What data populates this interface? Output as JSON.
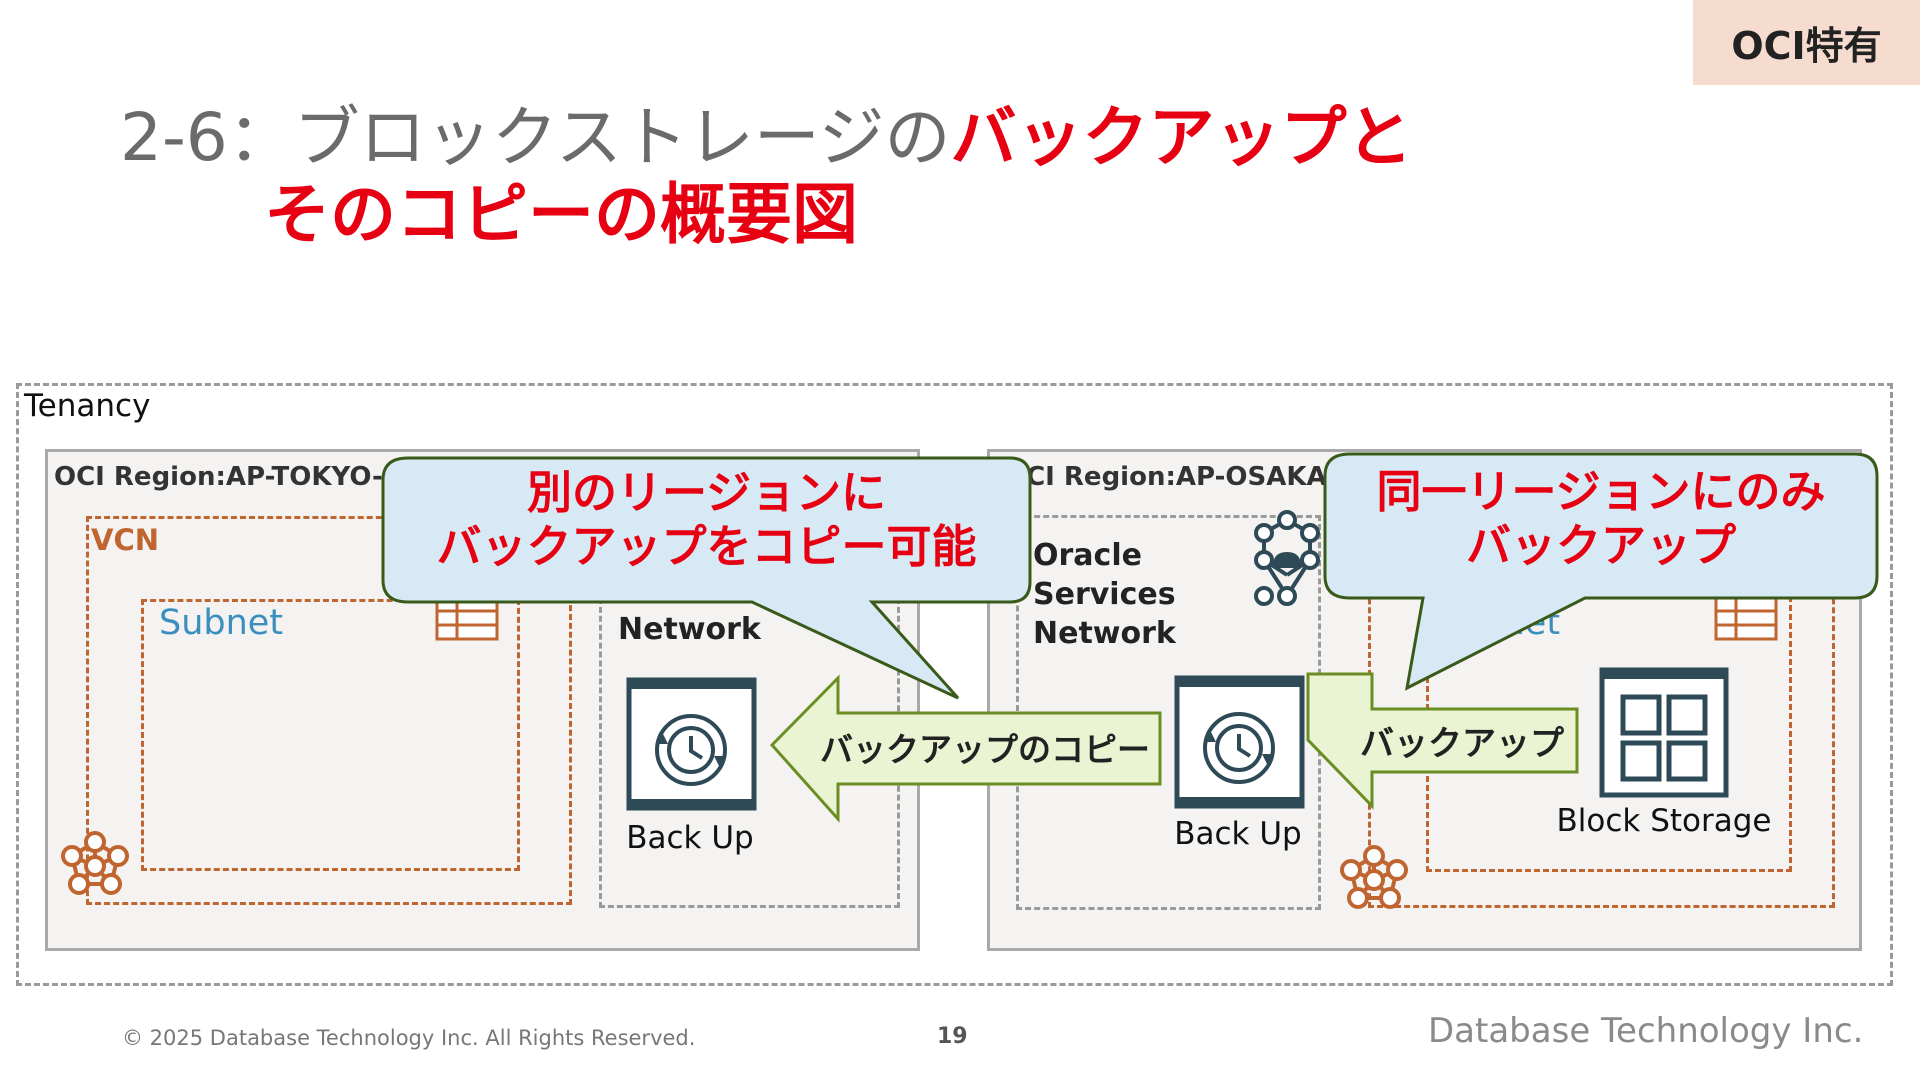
{
  "tag": "OCI特有",
  "title": {
    "prefix": "2-6：ブロックストレージの",
    "highlight": "バックアップと",
    "line2": "そのコピーの概要図"
  },
  "diagram": {
    "tenancy": "Tenancy",
    "region_tokyo": "OCI Region:AP-TOKYO-1",
    "region_osaka": "OCI Region:AP-OSAKA-1",
    "vcn": "VCN",
    "subnet": "Subnet",
    "subnet_right": "Subnet",
    "osn_tokyo": "Network",
    "osn_osaka": [
      "Oracle",
      "Services",
      "Network"
    ],
    "backup_tokyo": "Back Up",
    "backup_osaka": "Back Up",
    "block_storage": "Block Storage",
    "arrow_copy": "バックアップのコピー",
    "arrow_backup": "バックアップ",
    "callout_left": [
      "別のリージョンに",
      "バックアップをコピー可能"
    ],
    "callout_right": [
      "同一リージョンにのみ",
      "バックアップ"
    ]
  },
  "footer": {
    "copyright": "© 2025 Database Technology Inc. All Rights Reserved.",
    "page": "19",
    "brand": "Database Technology Inc."
  },
  "colors": {
    "accent_red": "#e60012",
    "vcn_orange": "#c0652f",
    "subnet_blue": "#3a8fbf",
    "icon_teal": "#2e4a57",
    "callout_fill": "#d6e9f5",
    "callout_border": "#3a5a1a",
    "arrow_fill": "#eaf3d2"
  }
}
